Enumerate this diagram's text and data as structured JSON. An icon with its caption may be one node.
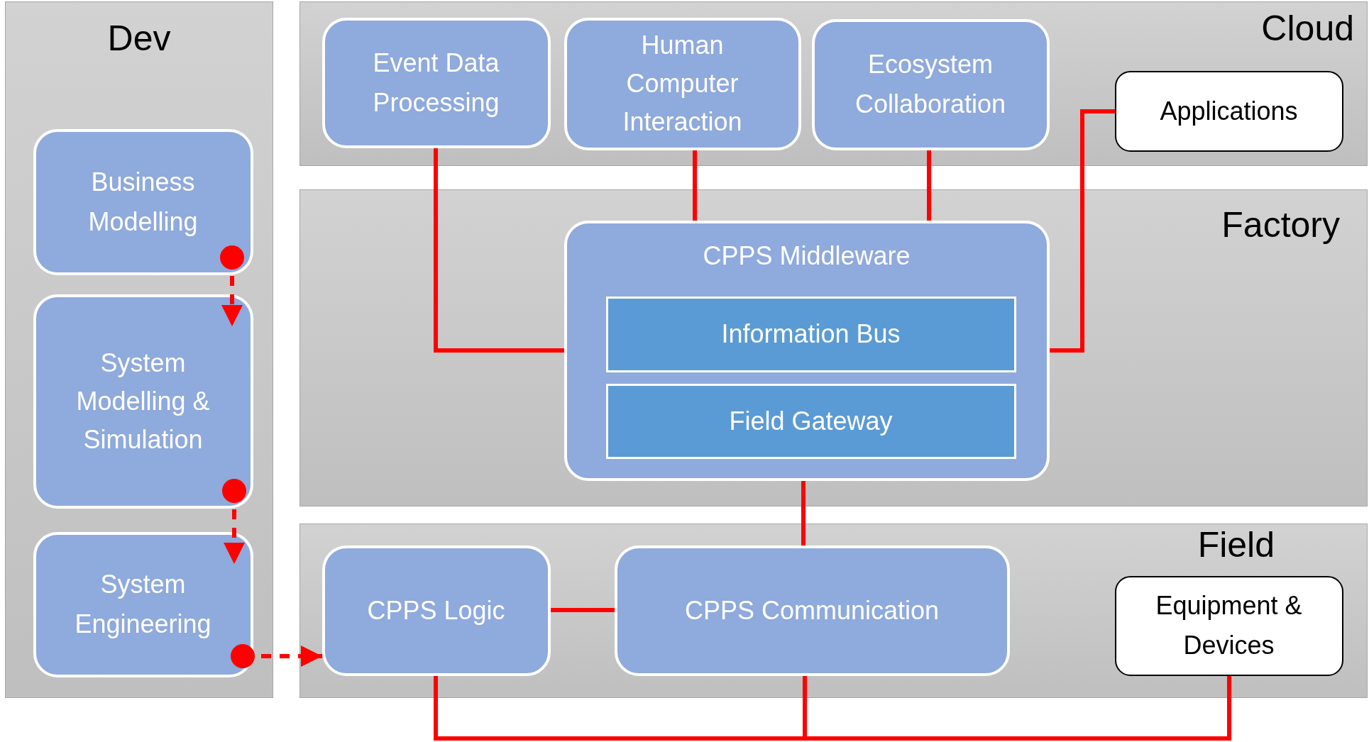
{
  "diagram": {
    "nodes": [
      {
        "text": [
          "Dev"
        ]
      },
      {
        "text": [
          "Business Modelling"
        ],
        "in": 0
      },
      {
        "text": [
          "System Modelling & Simulation"
        ],
        "in": 0
      },
      {
        "text": [
          "System Engineering"
        ],
        "in": 0
      },
      {
        "text": [
          "Cloud"
        ]
      },
      {
        "text": [
          "Event Data Processing"
        ],
        "in": 4
      },
      {
        "text": [
          "Human Computer Interaction"
        ],
        "in": 4
      },
      {
        "text": [
          "Ecosystem Collaboration"
        ],
        "in": 4
      },
      {
        "text": [
          "Applications"
        ],
        "in": 4
      },
      {
        "text": [
          "Factory"
        ]
      },
      {
        "text": [
          "CPPS Middleware"
        ],
        "in": 9
      },
      {
        "text": [
          "Information Bus"
        ],
        "in": 10
      },
      {
        "text": [
          "Field Gateway"
        ],
        "in": 10
      },
      {
        "text": [
          "Field"
        ]
      },
      {
        "text": [
          "CPPS Logic"
        ],
        "in": 13
      },
      {
        "text": [
          "CPPS Communication"
        ],
        "in": 13
      },
      {
        "text": [
          "Equipment & Devices"
        ],
        "in": 13
      }
    ],
    "edges": [
      {
        "from": 1,
        "to": 2,
        "arrow": "to",
        "style": "dashed"
      },
      {
        "from": 2,
        "to": 3,
        "arrow": "to",
        "style": "dashed"
      },
      {
        "from": 3,
        "to": 14,
        "arrow": "to",
        "style": "dashed"
      },
      {
        "from": 5,
        "to": 10,
        "arrow": "none"
      },
      {
        "from": 6,
        "to": 10,
        "arrow": "none"
      },
      {
        "from": 7,
        "to": 10,
        "arrow": "none"
      },
      {
        "from": 8,
        "to": 10,
        "arrow": "none"
      },
      {
        "from": 10,
        "to": 15,
        "arrow": "none"
      },
      {
        "from": 14,
        "to": 15,
        "arrow": "none"
      },
      {
        "from": 14,
        "to": 16,
        "arrow": "none"
      },
      {
        "from": 15,
        "to": 16,
        "arrow": "none"
      }
    ]
  }
}
